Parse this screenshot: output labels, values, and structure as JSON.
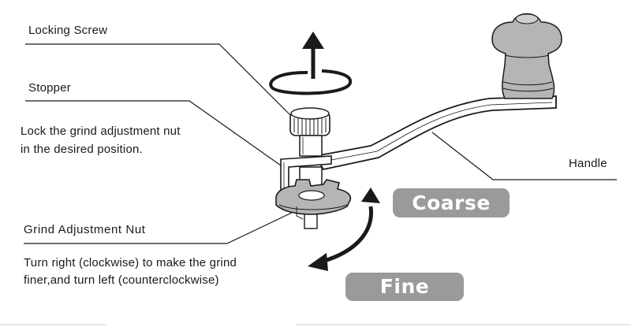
{
  "labels": {
    "locking_screw": "Locking Screw",
    "stopper": "Stopper",
    "lock_note_line1": "Lock the grind adjustment nut",
    "lock_note_line2": "in the desired position.",
    "handle": "Handle",
    "grind_nut": "Grind Adjustment Nut",
    "turn_note_line1": "Turn right (clockwise) to make the grind",
    "turn_note_line2": "finer,and turn left (counterclockwise)"
  },
  "badges": {
    "coarse": "Coarse",
    "fine": "Fine"
  },
  "colors": {
    "line": "#1a1a1a",
    "badge": "#9a9a9a",
    "knob": "#b5b5b5"
  }
}
